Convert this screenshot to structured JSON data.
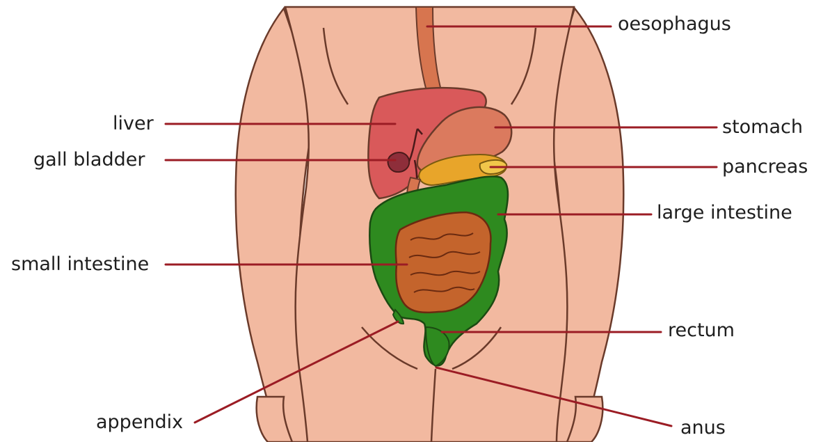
{
  "diagram": {
    "labels": {
      "oesophagus": "oesophagus",
      "liver": "liver",
      "gall_bladder": "gall bladder",
      "stomach": "stomach",
      "pancreas": "pancreas",
      "large_intestine": "large intestine",
      "small_intestine": "small intestine",
      "rectum": "rectum",
      "appendix": "appendix",
      "anus": "anus"
    },
    "colors": {
      "skin": "#f2b9a0",
      "skin_outline": "#6a3a2a",
      "liver": "#d9595a",
      "stomach": "#db7a5e",
      "pancreas": "#e8a52a",
      "large_intestine": "#2e8a1f",
      "small_intestine": "#c4642c",
      "oesophagus": "#d7754f",
      "leader_line": "#9b1c24"
    }
  }
}
